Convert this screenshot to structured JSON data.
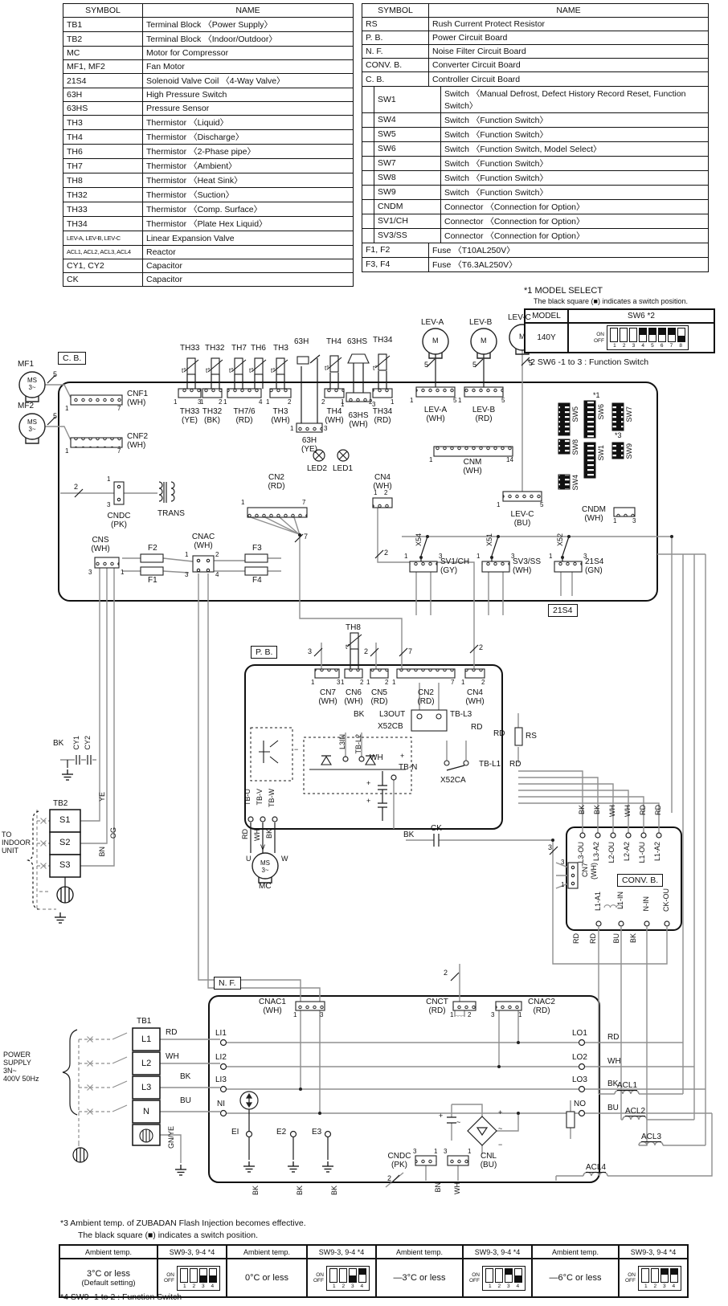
{
  "legend_left": {
    "h1": "SYMBOL",
    "h2": "NAME",
    "rows": [
      {
        "s": "TB1",
        "n": "Terminal Block 〈Power Supply〉"
      },
      {
        "s": "TB2",
        "n": "Terminal Block 〈Indoor/Outdoor〉"
      },
      {
        "s": "MC",
        "n": "Motor for Compressor"
      },
      {
        "s": "MF1, MF2",
        "n": "Fan Motor"
      },
      {
        "s": "21S4",
        "n": "Solenoid Valve Coil 〈4-Way Valve〉"
      },
      {
        "s": "63H",
        "n": "High Pressure Switch"
      },
      {
        "s": "63HS",
        "n": "Pressure Sensor"
      },
      {
        "s": "TH3",
        "n": "Thermistor 〈Liquid〉"
      },
      {
        "s": "TH4",
        "n": "Thermistor 〈Discharge〉"
      },
      {
        "s": "TH6",
        "n": "Thermistor 〈2-Phase pipe〉"
      },
      {
        "s": "TH7",
        "n": "Thermistor 〈Ambient〉"
      },
      {
        "s": "TH8",
        "n": "Thermistor 〈Heat Sink〉"
      },
      {
        "s": "TH32",
        "n": "Thermistor 〈Suction〉"
      },
      {
        "s": "TH33",
        "n": "Thermistor 〈Comp. Surface〉"
      },
      {
        "s": "TH34",
        "n": "Thermistor 〈Plate Hex Liquid〉"
      },
      {
        "s": "LEV-A, LEV-B, LEV-C",
        "n": "Linear Expansion Valve"
      },
      {
        "s": "ACL1, ACL2, ACL3, ACL4",
        "n": "Reactor"
      },
      {
        "s": "CY1, CY2",
        "n": "Capacitor"
      },
      {
        "s": "CK",
        "n": "Capacitor"
      }
    ]
  },
  "legend_right": {
    "h1": "SYMBOL",
    "h2": "NAME",
    "rows": [
      {
        "s": "RS",
        "n": "Rush Current Protect Resistor"
      },
      {
        "s": "P. B.",
        "n": "Power Circuit Board"
      },
      {
        "s": "N. F.",
        "n": "Noise Filter Circuit Board"
      },
      {
        "s": "CONV. B.",
        "n": "Converter Circuit Board"
      },
      {
        "s": "C. B.",
        "n": "Controller Circuit Board"
      },
      {
        "s": "SW1",
        "n": "Switch 〈Manual Defrost, Defect History Record Reset, Function Switch〉"
      },
      {
        "s": "SW4",
        "n": "Switch 〈Function Switch〉"
      },
      {
        "s": "SW5",
        "n": "Switch 〈Function Switch〉"
      },
      {
        "s": "SW6",
        "n": "Switch 〈Function Switch, Model Select〉"
      },
      {
        "s": "SW7",
        "n": "Switch 〈Function Switch〉"
      },
      {
        "s": "SW8",
        "n": "Switch 〈Function Switch〉"
      },
      {
        "s": "SW9",
        "n": "Switch 〈Function Switch〉"
      },
      {
        "s": "CNDM",
        "n": "Connector 〈Connection for Option〉"
      },
      {
        "s": "SV1/CH",
        "n": "Connector 〈Connection for Option〉"
      },
      {
        "s": "SV3/SS",
        "n": "Connector 〈Connection for Option〉"
      },
      {
        "s": "F1, F2",
        "n": "Fuse 〈T10AL250V〉"
      },
      {
        "s": "F3, F4",
        "n": "Fuse 〈T6.3AL250V〉"
      }
    ]
  },
  "model_select": {
    "t1": "*1 MODEL SELECT",
    "t2": "The black square (■) indicates a switch position.",
    "h1": "MODEL",
    "h2": "SW6 *2",
    "model": "140Y",
    "on": "ON",
    "off": "OFF",
    "sw": [
      "none",
      "none",
      "none",
      "on",
      "on",
      "on",
      "on",
      "off"
    ],
    "nums": [
      "1",
      "2",
      "3",
      "4",
      "5",
      "6",
      "7",
      "8"
    ],
    "note": "*2 SW6 -1 to 3 : Function Switch"
  },
  "footnotes": {
    "f3a": "*3 Ambient temp. of ZUBADAN Flash Injection becomes effective.",
    "f3b": "The black square (■) indicates a switch position.",
    "f4": "*4 SW9 -1 to 2 : Function Switch"
  },
  "ambient_table": {
    "ht": "Ambient temp.",
    "hs": "SW9-3, 9-4 *4",
    "on": "ON",
    "off": "OFF",
    "nums": [
      "1",
      "2",
      "3",
      "4"
    ],
    "cells": [
      {
        "t": "3°C or less",
        "t2": "(Default setting)",
        "s1": "none",
        "s2": "none",
        "s3": "off",
        "s4": "off"
      },
      {
        "t": "0°C or less",
        "t2": "",
        "s1": "none",
        "s2": "none",
        "s3": "off",
        "s4": "on"
      },
      {
        "t": "—3°C or less",
        "t2": "",
        "s1": "none",
        "s2": "none",
        "s3": "on",
        "s4": "off"
      },
      {
        "t": "—6°C or less",
        "t2": "",
        "s1": "none",
        "s2": "none",
        "s3": "on",
        "s4": "on"
      }
    ]
  },
  "diagram": {
    "labels": {
      "cb": "C. B.",
      "pb": "P. B.",
      "nf": "N. F.",
      "conv": "CONV. B.",
      "s21box": "21S4",
      "mf1": "MF1",
      "mf2": "MF2",
      "ms": "MS\n3~",
      "m": "M",
      "cnf1": "CNF1\n(WH)",
      "cnf2": "CNF2\n(WH)",
      "th33": "TH33",
      "th32": "TH32",
      "th7": "TH7",
      "th6": "TH6",
      "th3": "TH3",
      "th4": "TH4",
      "th8": "TH8",
      "th34": "TH34",
      "h63": "63H",
      "hs63": "63HS",
      "th33c": "TH33\n(YE)",
      "th32c": "TH32\n(BK)",
      "th76c": "TH7/6\n(RD)",
      "th3c": "TH3\n(WH)",
      "h63c": "63H\n(YE)",
      "th4c": "TH4\n(WH)",
      "hs63c": "63HS\n(WH)",
      "th34c": "TH34\n(RD)",
      "tdeg": "t°",
      "led1": "LED1",
      "led2": "LED2",
      "leva": "LEV-A",
      "levb": "LEV-B",
      "levc": "LEV-C",
      "levac": "LEV-A\n(WH)",
      "levbc": "LEV-B\n(RD)",
      "levcc": "LEV-C\n(BU)",
      "cnm": "CNM\n(WH)",
      "sw1": "SW1",
      "sw4": "SW4",
      "sw5": "SW5",
      "sw6": "SW6",
      "sw7": "SW7",
      "sw8": "SW8",
      "sw9": "SW9",
      "star1": "*1",
      "star3": "*3",
      "cndm": "CNDM\n(WH)",
      "trans": "TRANS",
      "cndc": "CNDC\n(PK)",
      "cn2": "CN2\n(RD)",
      "cn4": "CN4\n(WH)",
      "cn5": "CN5\n(RD)",
      "cn6": "CN6\n(WH)",
      "cn7": "CN7\n(WH)",
      "cn7n": "CN7",
      "whp": "(WH)",
      "x54": "X54",
      "x51": "X51",
      "x52": "X52",
      "sv1": "SV1/CH\n(GY)",
      "sv3": "SV3/SS\n(WH)",
      "s21": "21S4\n(GN)",
      "cns": "CNS\n(WH)",
      "cnac": "CNAC\n(WH)",
      "f1": "F1",
      "f2": "F2",
      "f3": "F3",
      "f4": "F4",
      "bk": "BK",
      "wh": "WH",
      "rd": "RD",
      "bu": "BU",
      "bn": "BN",
      "og": "OG",
      "yel": "YE",
      "gnye": "GN/YE",
      "l3out": "L3OUT",
      "x52cb": "X52CB",
      "tbl3": "TB-L3",
      "l3in": "L3IN",
      "tbl2": "TB-L2",
      "rs": "RS",
      "x52ca": "X52CA",
      "tbl1": "TB-L1",
      "tbn": "TB-N",
      "tbu": "TB-U",
      "tbv": "TB-V",
      "tbw": "TB-W",
      "u": "U",
      "v": "V",
      "w": "W",
      "mc": "MC",
      "ck": "CK",
      "cy1": "CY1",
      "cy2": "CY2",
      "tb2": "TB2",
      "s1": "S1",
      "s2": "S2",
      "s3": "S3",
      "indoor": "TO\nINDOOR\nUNIT",
      "l3ou": "L3-OU",
      "l3a2": "L3-A2",
      "l2ou": "L2-OU",
      "l2a2": "L2-A2",
      "l1ou": "L1-OU",
      "l1a2": "L1-A2",
      "l1a1": "L1-A1",
      "l1in": "L1-IN",
      "nin": "N-IN",
      "ckou": "CK-OU",
      "cnac1": "CNAC1\n(WH)",
      "cnct": "CNCT\n(RD)",
      "cnac2": "CNAC2\n(RD)",
      "cnl": "CNL\n(BU)",
      "cndc2": "CNDC\n(PK)",
      "li1": "LI1",
      "li2": "LI2",
      "li3": "LI3",
      "ni": "NI",
      "lo1": "LO1",
      "lo2": "LO2",
      "lo3": "LO3",
      "no": "NO",
      "ei": "EI",
      "e2": "E2",
      "e3": "E3",
      "tb1": "TB1",
      "l1": "L1",
      "l2": "L2",
      "l3": "L3",
      "n": "N",
      "power": "POWER\nSUPPLY\n3N~\n400V 50Hz",
      "acl1": "ACL1",
      "acl2": "ACL2",
      "acl3": "ACL3",
      "acl4": "ACL4",
      "plus": "+",
      "minus": "−",
      "tild": "~",
      "n1": "1",
      "n2": "2",
      "n3": "3",
      "n4": "4",
      "n5": "5",
      "n7": "7",
      "n14": "14"
    }
  }
}
